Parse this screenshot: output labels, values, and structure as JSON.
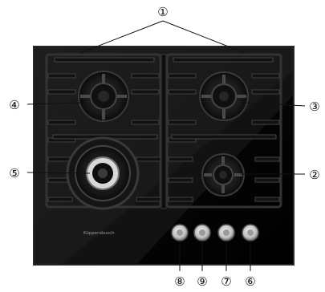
{
  "diagram": {
    "subject": "gas hob, top view",
    "brand_label": "Küppersbusch",
    "callouts": [
      {
        "id": "1",
        "label": "①"
      },
      {
        "id": "2",
        "label": "②"
      },
      {
        "id": "3",
        "label": "③"
      },
      {
        "id": "4",
        "label": "④"
      },
      {
        "id": "5",
        "label": "⑤"
      },
      {
        "id": "6",
        "label": "⑥"
      },
      {
        "id": "7",
        "label": "⑦"
      },
      {
        "id": "8",
        "label": "⑧"
      },
      {
        "id": "9",
        "label": "⑨"
      }
    ],
    "colors": {
      "glass": "#0b0b0b",
      "frame": "#2a2a2a",
      "grate": "#050505",
      "grate_highlight": "#4a4a4a",
      "reflection": "#3a3a3a",
      "knob_face": "#d8d8d8",
      "knob_ring": "#8a8a8a",
      "leader": "#111111"
    }
  }
}
